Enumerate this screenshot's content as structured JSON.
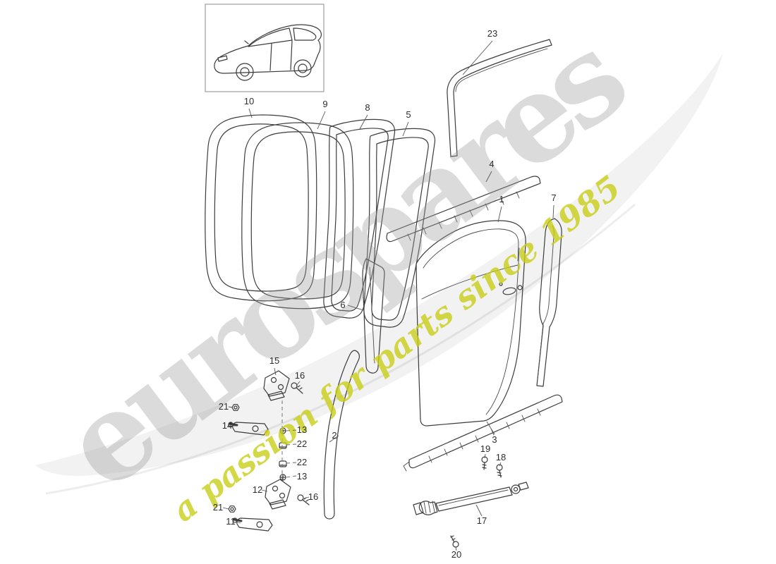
{
  "watermark": {
    "brand": "eurospares",
    "tagline": "a passion for parts since 1985",
    "brand_color": "#999999",
    "tagline_color": "#c9cf18",
    "swoosh_color": "#000000"
  },
  "callouts": {
    "c23": "23",
    "c10": "10",
    "c9": "9",
    "c8": "8",
    "c5": "5",
    "c4": "4",
    "c1": "1",
    "c7": "7",
    "c6": "6",
    "c2": "2",
    "c3": "3",
    "c15": "15",
    "c16a": "16",
    "c21a": "21",
    "c14": "14",
    "c13a": "13",
    "c22a": "22",
    "c22b": "22",
    "c13b": "13",
    "c12": "12",
    "c16b": "16",
    "c21b": "21",
    "c11": "11",
    "c19": "19",
    "c18": "18",
    "c17": "17",
    "c20": "20"
  }
}
